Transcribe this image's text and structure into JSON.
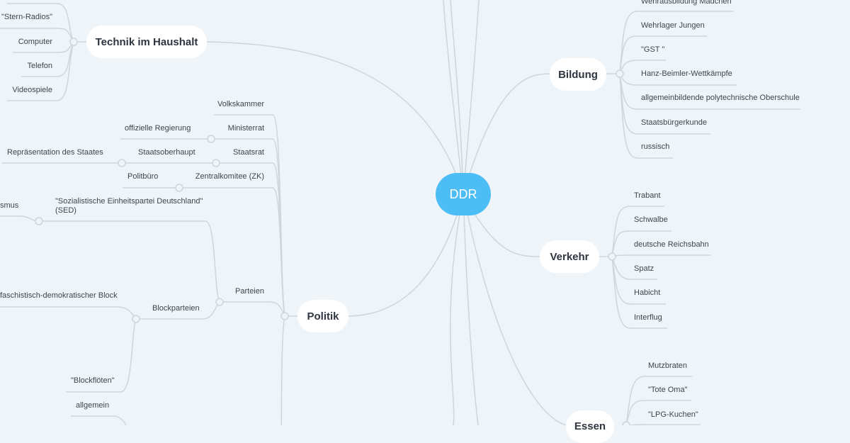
{
  "root": {
    "label": "DDR",
    "color": "#4dbdf6"
  },
  "technik": {
    "label": "Technik im Haushalt",
    "children": [
      "\"Stern-Radios\"",
      "Computer",
      "Telefon",
      "Videospiele"
    ]
  },
  "politik": {
    "label": "Politik",
    "volkskammer": "Volkskammer",
    "ministerrat": "Ministerrat",
    "regierung": "offizielle Regierung",
    "staatsrat": "Staatsrat",
    "staatsoberhaupt": "Staatsoberhaupt",
    "repraesentation": "Repräsentation des Staates",
    "zk": "Zentralkomitee (ZK)",
    "politbuero": "Politbüro",
    "parteien": "Parteien",
    "sed": "\"Sozialistische Einheitspartei Deutschland\" (SED)",
    "smus": "smus",
    "blockparteien": "Blockparteien",
    "block": "faschistisch-demokratischer Block",
    "blockfloeten": "\"Blockflöten\"",
    "allgemein": "allgemein"
  },
  "bildung": {
    "label": "Bildung",
    "children": [
      "Wehrausbildung Mädchen",
      "Wehrlager Jungen",
      "\"GST \"",
      "Hanz-Beimler-Wettkämpfe",
      "allgemeinbildende polytechnische Oberschule",
      "Staatsbürgerkunde",
      "russisch"
    ]
  },
  "verkehr": {
    "label": "Verkehr",
    "children": [
      "Trabant",
      "Schwalbe",
      "deutsche Reichsbahn",
      "Spatz",
      "Habicht",
      "Interflug"
    ]
  },
  "essen": {
    "label": "Essen",
    "children": [
      "Mutzbraten",
      "\"Tote Oma\"",
      "\"LPG-Kuchen\""
    ]
  }
}
